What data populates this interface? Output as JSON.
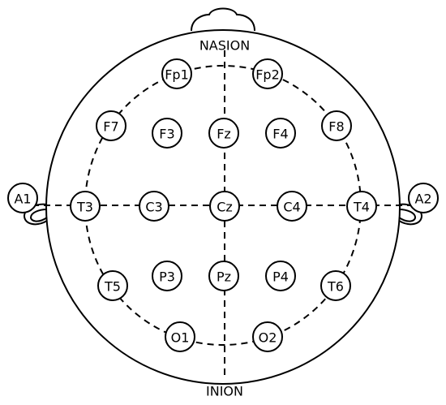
{
  "labels": {
    "nasion": "NASION",
    "inion": "INION"
  },
  "electrodes": [
    {
      "id": "fp1",
      "label": "Fp1"
    },
    {
      "id": "fp2",
      "label": "Fp2"
    },
    {
      "id": "f7",
      "label": "F7"
    },
    {
      "id": "f3",
      "label": "F3"
    },
    {
      "id": "fz",
      "label": "Fz"
    },
    {
      "id": "f4",
      "label": "F4"
    },
    {
      "id": "f8",
      "label": "F8"
    },
    {
      "id": "a1",
      "label": "A1"
    },
    {
      "id": "t3",
      "label": "T3"
    },
    {
      "id": "c3",
      "label": "C3"
    },
    {
      "id": "cz",
      "label": "Cz"
    },
    {
      "id": "c4",
      "label": "C4"
    },
    {
      "id": "t4",
      "label": "T4"
    },
    {
      "id": "a2",
      "label": "A2"
    },
    {
      "id": "t5",
      "label": "T5"
    },
    {
      "id": "p3",
      "label": "P3"
    },
    {
      "id": "pz",
      "label": "Pz"
    },
    {
      "id": "p4",
      "label": "P4"
    },
    {
      "id": "t6",
      "label": "T6"
    },
    {
      "id": "o1",
      "label": "O1"
    },
    {
      "id": "o2",
      "label": "O2"
    }
  ]
}
